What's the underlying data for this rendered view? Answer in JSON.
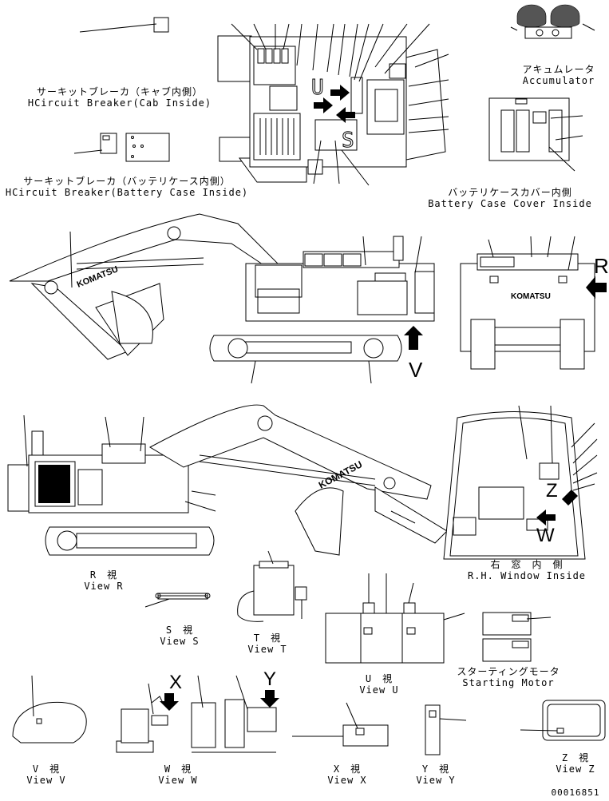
{
  "labels": {
    "circuit_breaker_cab_jp": "サーキットブレーカ（キャブ内側）",
    "circuit_breaker_cab_en": "HCircuit Breaker(Cab Inside)",
    "circuit_breaker_battery_jp": "サーキットブレーカ（バッテリケース内側）",
    "circuit_breaker_battery_en": "HCircuit Breaker(Battery Case Inside)",
    "accumulator_jp": "アキュムレータ",
    "accumulator_en": "Accumulator",
    "battery_cover_jp": "バッテリケースカバー内側",
    "battery_cover_en": "Battery Case Cover Inside",
    "view_r_jp": "R　視",
    "view_r_en": "View R",
    "window_jp": "右　窓　内　側",
    "window_en": "R.H. Window Inside",
    "view_s_jp": "S　視",
    "view_s_en": "View S",
    "view_t_jp": "T　視",
    "view_t_en": "View T",
    "view_u_jp": "U　視",
    "view_u_en": "View U",
    "starting_motor_jp": "スターティングモータ",
    "starting_motor_en": "Starting Motor",
    "view_v_jp": "V　視",
    "view_v_en": "View V",
    "view_w_jp": "W　視",
    "view_w_en": "View W",
    "view_x_jp": "X　視",
    "view_x_en": "View X",
    "view_y_jp": "Y　視",
    "view_y_en": "View Y",
    "view_z_jp": "Z　視",
    "view_z_en": "View Z"
  },
  "letters": {
    "u": "U",
    "s": "S",
    "r": "R",
    "v": "V",
    "z": "Z",
    "w": "W",
    "x": "X",
    "y": "Y"
  },
  "brand": "KOMATSU",
  "drawing_number": "00016851"
}
